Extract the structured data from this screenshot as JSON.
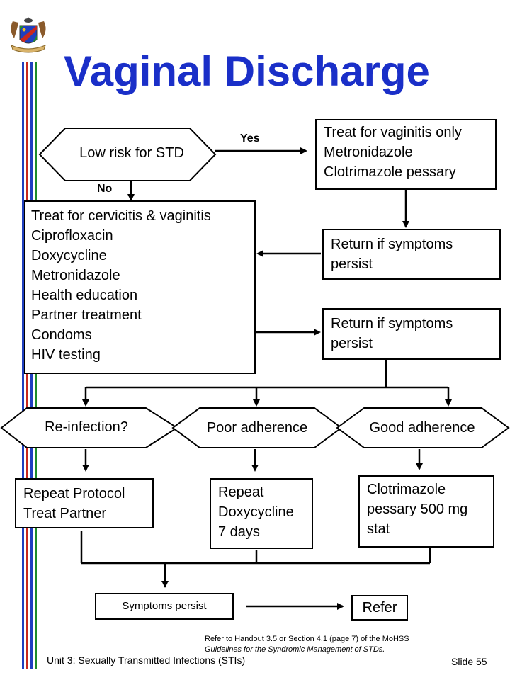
{
  "title": "Vaginal Discharge",
  "decision": {
    "label": "Low risk for STD",
    "yes": "Yes",
    "no": "No"
  },
  "vaginitis_box": {
    "lines": [
      "Treat for vaginitis only",
      "Metronidazole",
      "Clotrimazole pessary"
    ]
  },
  "cervicitis_box": {
    "lines": [
      "Treat for cervicitis & vaginitis",
      "Ciprofloxacin",
      "Doxycycline",
      "Metronidazole",
      "Health education",
      "Partner treatment",
      "Condoms",
      "HIV testing"
    ]
  },
  "return_box_1": {
    "lines": [
      "Return if symptoms",
      "persist"
    ]
  },
  "return_box_2": {
    "lines": [
      "Return if symptoms",
      "persist"
    ]
  },
  "hexagons": {
    "reinfection": "Re-infection?",
    "poor": "Poor adherence",
    "good": "Good adherence"
  },
  "repeat_protocol": {
    "lines": [
      "Repeat Protocol",
      "Treat Partner"
    ]
  },
  "repeat_doxy": {
    "lines": [
      "Repeat",
      "Doxycycline",
      "7 days"
    ]
  },
  "clotrimazole": {
    "lines": [
      "Clotrimazole",
      "pessary 500 mg",
      "stat"
    ]
  },
  "symptoms_persist": "Symptoms persist",
  "refer": "Refer",
  "note": {
    "lines": [
      "Refer to Handout 3.5 or Section 4.1 (page 7) of the MoHSS",
      "Guidelines for the Syndromic Management of STDs."
    ]
  },
  "footer": {
    "unit": "Unit 3: Sexually Transmitted Infections (STIs)",
    "slide": "Slide 55"
  },
  "colors": {
    "title": "#1a2fc8",
    "stripe_blue": "#1f3fbf",
    "stripe_red": "#c8281e",
    "stripe_green": "#1e8c2a"
  }
}
